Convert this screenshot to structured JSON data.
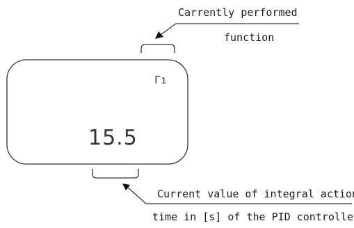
{
  "display": {
    "value": "15.5",
    "function_symbol": "Γı"
  },
  "callouts": {
    "top": {
      "line1": "Carrently performed",
      "line2": "function"
    },
    "bottom": {
      "line1": "Current value of integral action",
      "line2": "time in [s] of the PID controller"
    }
  }
}
